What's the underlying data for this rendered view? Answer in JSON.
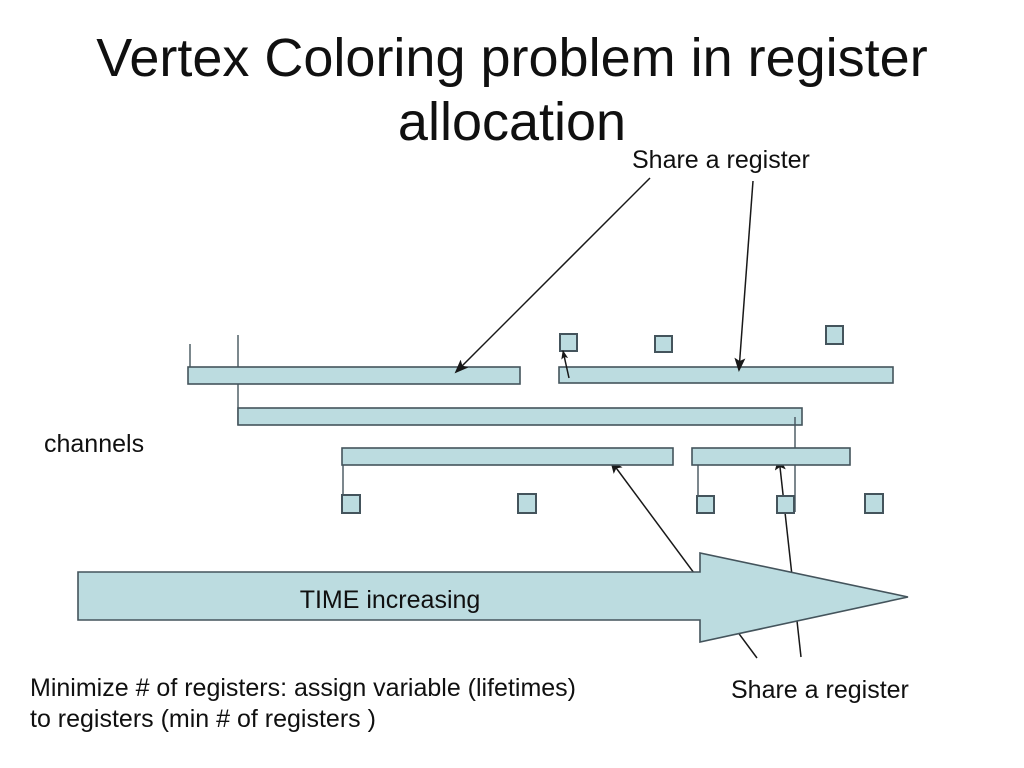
{
  "slide": {
    "title_line1": "Vertex Coloring problem in register",
    "title_line2": "allocation",
    "labels": {
      "share_top": "Share a register",
      "share_bottom": "Share a register",
      "channels": "channels",
      "time": "TIME increasing",
      "note_line1": "Minimize # of registers: assign variable (lifetimes)",
      "note_line2": "to registers (min # of registers )"
    },
    "colors": {
      "shape_fill": "#bcdce0",
      "shape_border": "#44545c",
      "line": "#181818",
      "text": "#101010",
      "background": "#ffffff"
    }
  }
}
